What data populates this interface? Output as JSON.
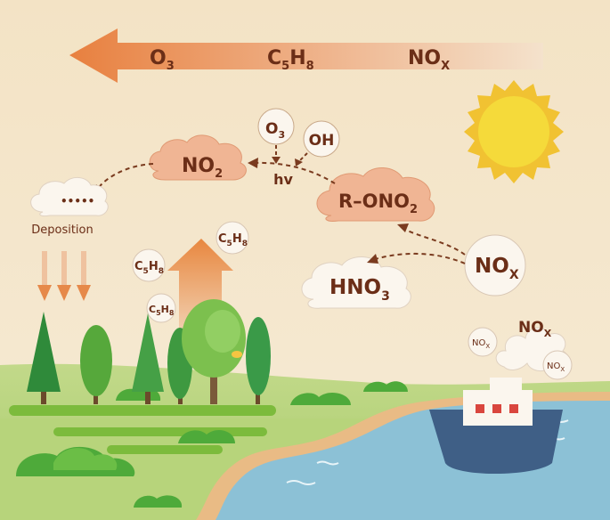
{
  "top_arrow": {
    "o3": "O",
    "o3_sub": "3",
    "c5h8_c": "C",
    "c5h8_5": "5",
    "c5h8_h": "H",
    "c5h8_8": "8",
    "nox": "NO",
    "nox_sub": "X"
  },
  "reactants": {
    "o3": "O",
    "o3_sub": "3",
    "oh": "OH",
    "hv": "hv"
  },
  "no2_cloud": {
    "text": "NO",
    "sub": "2"
  },
  "rono2_cloud": {
    "text": "R–ONO",
    "sub": "2"
  },
  "hno3_cloud": {
    "text": "HNO",
    "sub": "3"
  },
  "nox_cloud": {
    "text": "NO",
    "sub": "X"
  },
  "deposition": {
    "dots": "•••••",
    "label": "Deposition"
  },
  "isoprene_bubbles": {
    "c": "C",
    "five": "5",
    "h": "H",
    "eight": "8"
  },
  "ship_emissions": {
    "text": "NO",
    "sub": "X",
    "small1": "NO",
    "small1_sub": "X",
    "small2": "NO",
    "small2_sub": "X"
  },
  "colors": {
    "background": "#f4e6c9",
    "arrow_orange": "#e8874a",
    "cloud_orange": "#f0b594",
    "cloud_white": "#fbf6ee",
    "text_brown": "#6b2e17",
    "sun": "#f1d23a",
    "grass": "#8bc34a",
    "water": "#8cc1d6",
    "ship_hull": "#3f5f86"
  }
}
